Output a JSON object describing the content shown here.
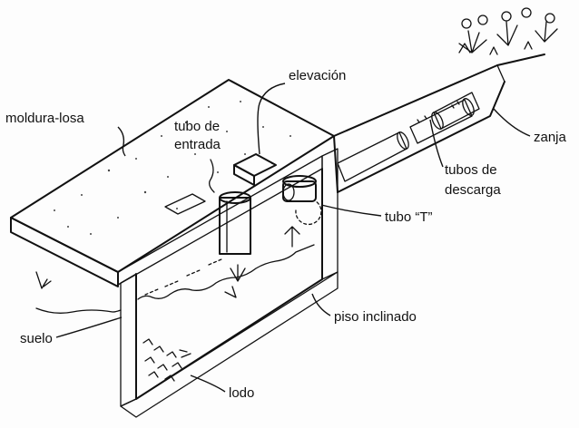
{
  "labels": {
    "moldura_losa": "moldura-losa",
    "tubo_entrada_1": "tubo de",
    "tubo_entrada_2": "entrada",
    "elevacion": "elevación",
    "zanja": "zanja",
    "tubos_descarga_1": "tubos de",
    "tubos_descarga_2": "descarga",
    "tubo_t": "tubo “T”",
    "piso_inclinado": "piso inclinado",
    "suelo": "suelo",
    "lodo": "lodo"
  },
  "colors": {
    "ink": "#111111",
    "slab_hatch": "#222222",
    "background": "#fdfdfd"
  }
}
